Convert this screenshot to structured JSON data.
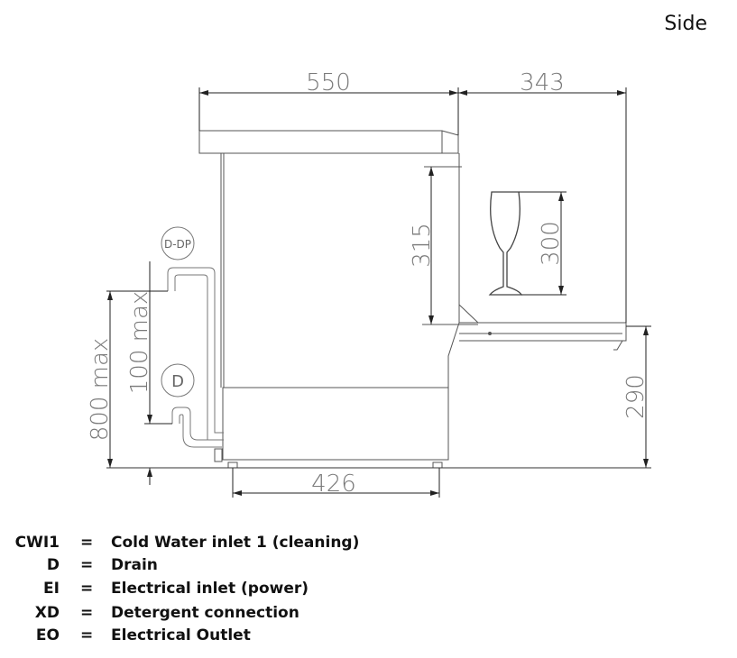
{
  "view_label": "Side",
  "dimensions": {
    "overall_depth": "550",
    "door_clearance": "343",
    "interior_height": "315",
    "glass_height": "300",
    "rack_height": "290",
    "drain_height": "800 max",
    "drain_low": "100 max",
    "base_width": "426"
  },
  "callouts": {
    "drain_pump": "D-DP",
    "drain": "D"
  },
  "legend": [
    {
      "code": "CWI1",
      "eq": "=",
      "desc": "Cold Water inlet 1 (cleaning)"
    },
    {
      "code": "D",
      "eq": "=",
      "desc": "Drain"
    },
    {
      "code": "EI",
      "eq": "=",
      "desc": "Electrical inlet (power)"
    },
    {
      "code": "XD",
      "eq": "=",
      "desc": "Detergent connection"
    },
    {
      "code": "EO",
      "eq": "=",
      "desc": "Electrical Outlet"
    }
  ]
}
